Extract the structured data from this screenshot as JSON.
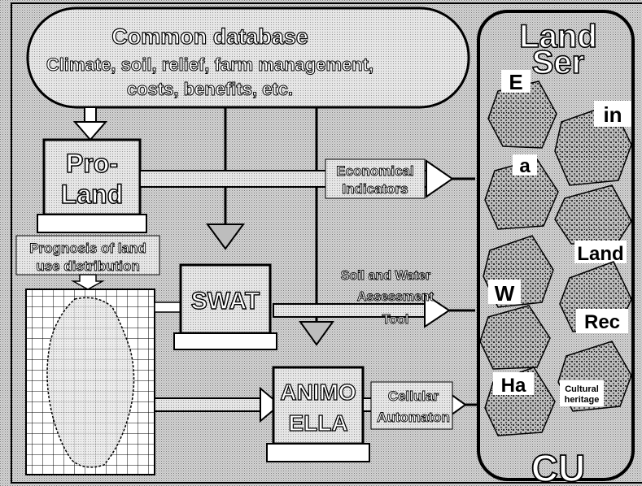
{
  "database": {
    "title": "Common database",
    "line1": "Climate, soil, relief, farm management,",
    "line2": "costs, benefits, etc."
  },
  "proland": {
    "line1": "Pro-",
    "line2": "Land"
  },
  "prognosis": {
    "line1": "Prognosis of land",
    "line2": "use distribution"
  },
  "swat": {
    "label": "SWAT"
  },
  "animo": {
    "line1": "ANIMO",
    "line2": "ELLA"
  },
  "arrows": {
    "economical": {
      "line1": "Economical",
      "line2": "Indicators"
    },
    "soilwater": {
      "line1": "Soil and Water",
      "line2": "Assessment",
      "line3": "Tool"
    },
    "cellular": {
      "line1": "Cellular",
      "line2": "Automaton"
    }
  },
  "landscape_panel": {
    "header1": "Land",
    "header2": "Ser",
    "footer": "CU",
    "tiles": [
      {
        "label": "E"
      },
      {
        "label": "in"
      },
      {
        "label": "a"
      },
      {
        "label": ""
      },
      {
        "label": "Land"
      },
      {
        "label": "W"
      },
      {
        "label": "Rec"
      },
      {
        "label": ""
      },
      {
        "label": "Ha"
      },
      {
        "label": "Cultural heritage"
      }
    ]
  },
  "colors": {
    "background": "#c8c8c8",
    "line": "#000000",
    "panel": "#ffffff"
  }
}
